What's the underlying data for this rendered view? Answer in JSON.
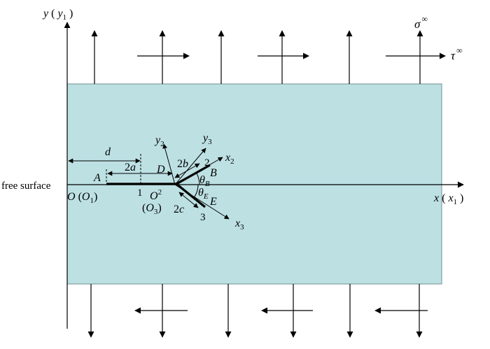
{
  "colors": {
    "plate_fill": "#bde0e3",
    "plate_stroke": "#6f8f93",
    "ink": "#000000"
  },
  "labels": {
    "y_axis": {
      "main": "y",
      "open": " ( ",
      "sub_var": "y",
      "sub": "1",
      "close": " )"
    },
    "x_axis": {
      "main": "x",
      "open": " ( ",
      "sub_var": "x",
      "sub": "1",
      "close": " )"
    },
    "sigma": {
      "sym": "σ",
      "sup": "∞"
    },
    "tau": {
      "sym": "τ",
      "sup": "∞"
    },
    "free_surface": "free surface",
    "origin": {
      "O": "O",
      "open": " (",
      "O1": "O",
      "sub": "1",
      "close": ")"
    },
    "d": "d",
    "two_a": {
      "num": "2",
      "var": "a"
    },
    "two_b": {
      "num": "2",
      "var": "b"
    },
    "two_c": {
      "num": "2",
      "var": "c"
    },
    "A": "A",
    "B": "B",
    "D": "D",
    "E": "E",
    "one": "1",
    "two": "2",
    "three": "3",
    "O2": {
      "O": "O",
      "sub": "2"
    },
    "O3": {
      "open": "(",
      "O": "O",
      "sub": "3",
      "close": ")"
    },
    "theta_B": {
      "sym": "θ",
      "sub": "B"
    },
    "theta_E": {
      "sym": "θ",
      "sub": "E"
    },
    "y2": {
      "var": "y",
      "sub": "2"
    },
    "y3": {
      "var": "y",
      "sub": "3"
    },
    "x2": {
      "var": "x",
      "sub": "2"
    },
    "x3": {
      "var": "x",
      "sub": "3"
    }
  }
}
